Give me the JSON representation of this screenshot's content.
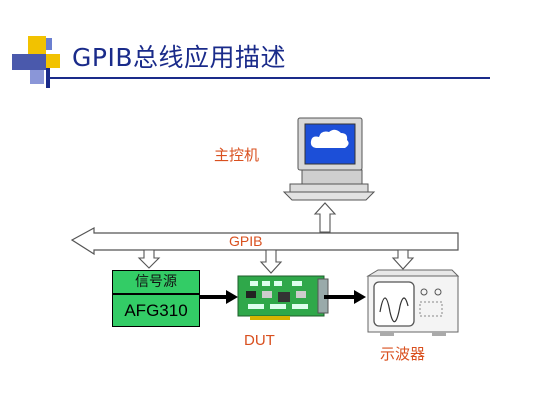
{
  "title": "GPIB总线应用描述",
  "diagram": {
    "host_label": "主控机",
    "bus_label": "GPIB",
    "signal_source_label": "信号源",
    "signal_source_model": "AFG310",
    "dut_label": "DUT",
    "oscilloscope_label": "示波器"
  },
  "colors": {
    "title": "#1a2b8a",
    "labels": "#d9501f",
    "signal_box": "#33cc66",
    "screen": "#1c4fd8"
  }
}
